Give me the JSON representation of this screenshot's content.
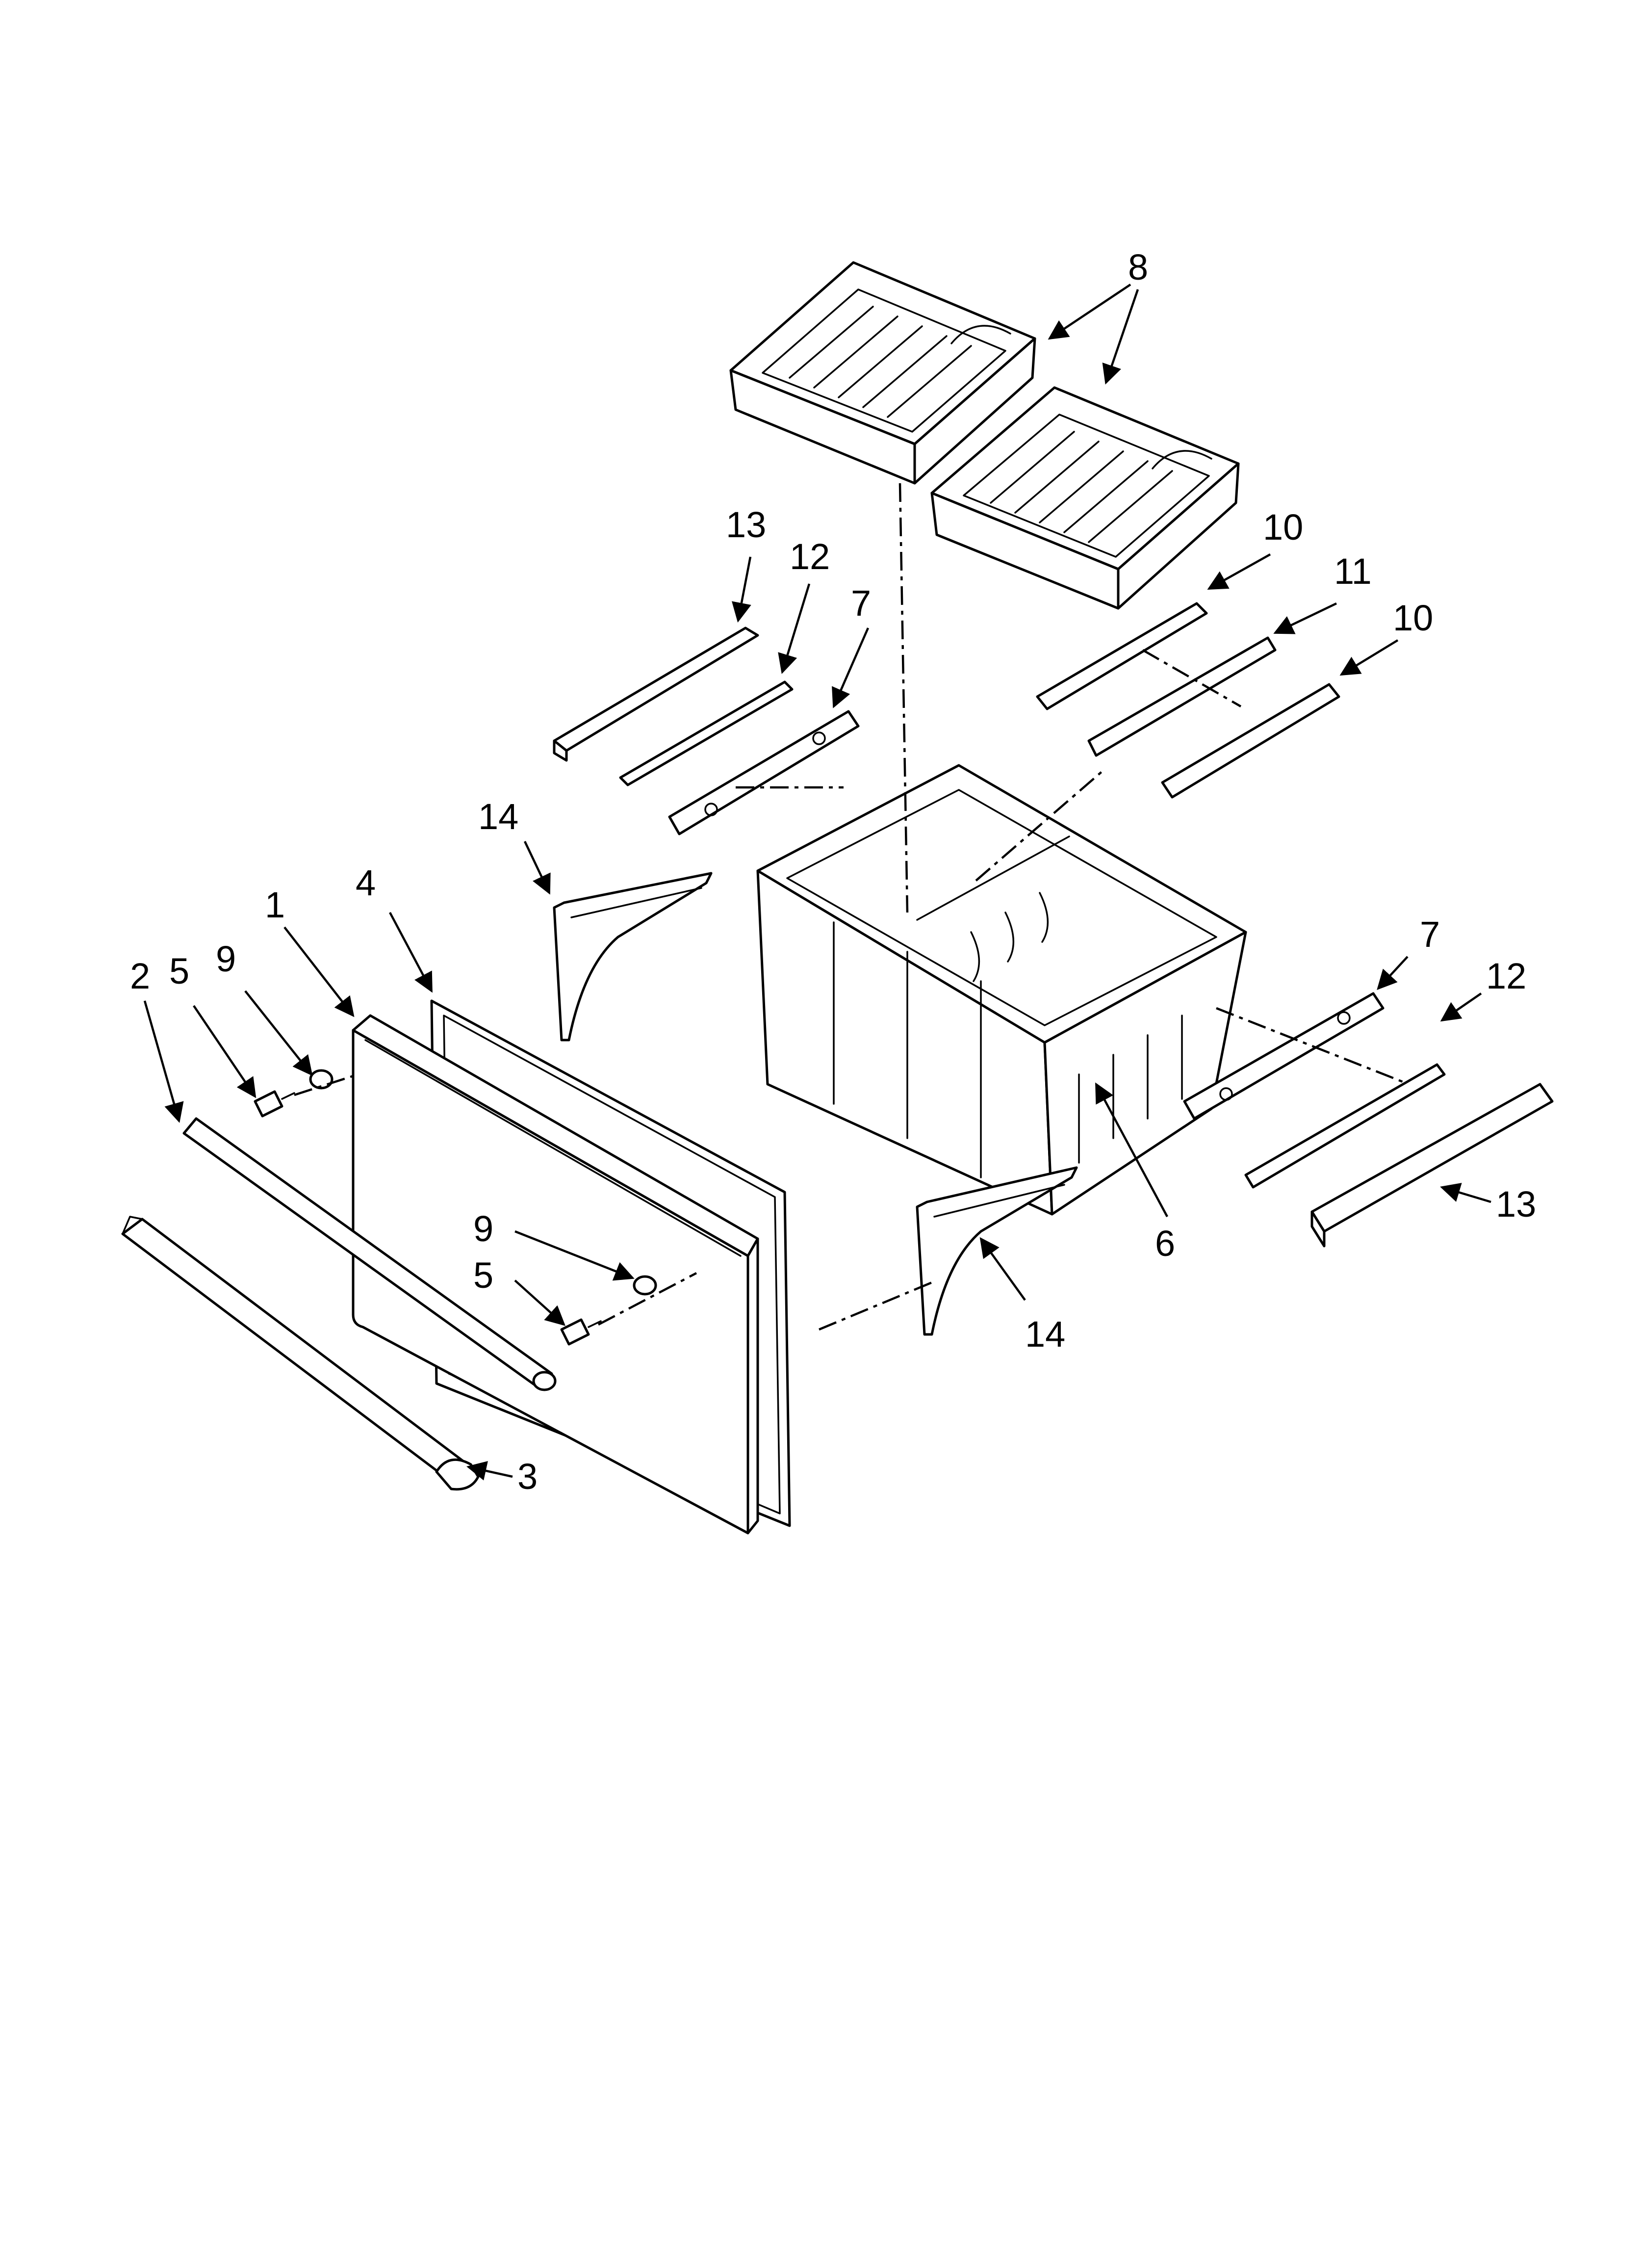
{
  "diagram": {
    "type": "exploded-parts-view",
    "callouts": {
      "c1": "1",
      "c2": "2",
      "c3": "3",
      "c4": "4",
      "c5a": "5",
      "c5b": "5",
      "c6": "6",
      "c7a": "7",
      "c7b": "7",
      "c8": "8",
      "c9a": "9",
      "c9b": "9",
      "c10a": "10",
      "c10b": "10",
      "c11": "11",
      "c12a": "12",
      "c12b": "12",
      "c13a": "13",
      "c13b": "13",
      "c14a": "14",
      "c14b": "14"
    },
    "colors": {
      "line": "#000000",
      "background": "#ffffff"
    }
  }
}
